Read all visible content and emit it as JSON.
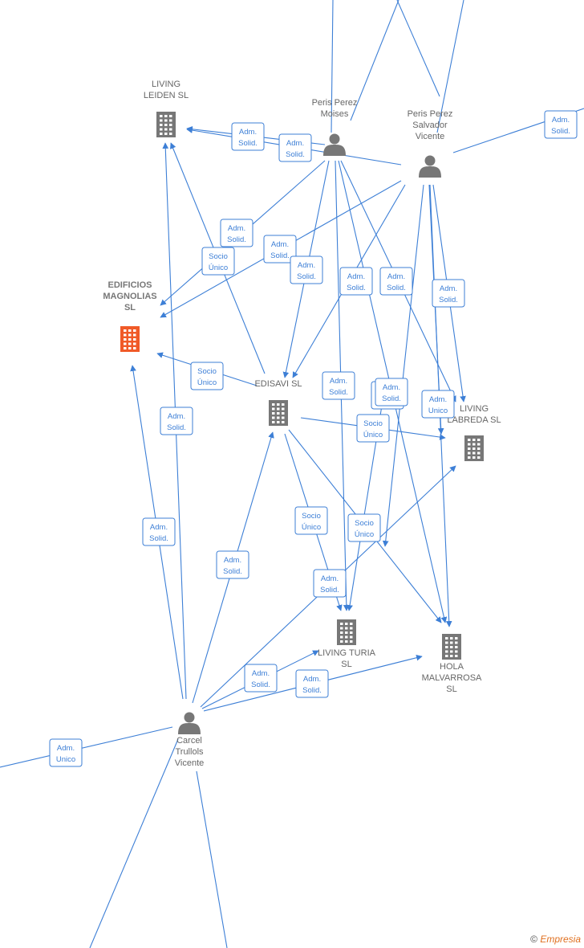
{
  "nodes": [
    {
      "id": "leiden",
      "type": "company",
      "label": [
        "LIVING",
        "LEIDEN  SL"
      ]
    },
    {
      "id": "magnolias",
      "type": "company",
      "highlight": true,
      "label": [
        "EDIFICIOS",
        "MAGNOLIAS",
        "SL"
      ]
    },
    {
      "id": "edisavi",
      "type": "company",
      "label": [
        "EDISAVI SL"
      ]
    },
    {
      "id": "labreda",
      "type": "company",
      "label": [
        "LIVING",
        "LABREDA  SL"
      ]
    },
    {
      "id": "turia",
      "type": "company",
      "label": [
        "LIVING TURIA",
        "SL"
      ]
    },
    {
      "id": "hola",
      "type": "company",
      "label": [
        "HOLA",
        "MALVARROSA",
        "SL"
      ]
    },
    {
      "id": "moises",
      "type": "person",
      "label": [
        "Peris Perez",
        "Moises"
      ]
    },
    {
      "id": "salvador",
      "type": "person",
      "label": [
        "Peris Perez",
        "Salvador",
        "Vicente"
      ]
    },
    {
      "id": "carcel",
      "type": "person",
      "label": [
        "Carcel",
        "Trullols",
        "Vicente"
      ]
    }
  ],
  "relations": [
    [
      "Adm.",
      "Solid."
    ],
    [
      "Adm.",
      "Solid."
    ],
    [
      "Adm.",
      "Solid."
    ],
    [
      "Adm.",
      "Solid."
    ],
    [
      "Adm.",
      "Solid."
    ],
    [
      "Socio",
      "Único"
    ],
    [
      "Adm.",
      "Solid."
    ],
    [
      "Adm.",
      "Solid."
    ],
    [
      "Adm.",
      "Solid."
    ],
    [
      "Adm.",
      "Solid."
    ],
    [
      "Socio",
      "Único"
    ],
    [
      "Adm.",
      "Solid."
    ],
    [
      "Adm.",
      "Solid."
    ],
    [
      "Adm.",
      "Solid."
    ],
    [
      "Adm.",
      "Solid."
    ],
    [
      "Socio",
      "Único"
    ],
    [
      "Socio",
      "Único"
    ],
    [
      "Socio",
      "Único"
    ],
    [
      "Adm.",
      "Solid."
    ],
    [
      "Adm.",
      "Solid."
    ],
    [
      "Adm.",
      "Solid."
    ],
    [
      "Adm.",
      "Solid."
    ],
    [
      "Adm.",
      "Solid."
    ],
    [
      "Adm.",
      "Unico"
    ],
    [
      "Adm.",
      "Unico"
    ]
  ],
  "colors": {
    "edge": "#3d7fd6",
    "company": "#777777",
    "highlight": "#f05a28",
    "person": "#777777"
  },
  "copyright": {
    "symbol": "©",
    "brand": "Empresia"
  }
}
